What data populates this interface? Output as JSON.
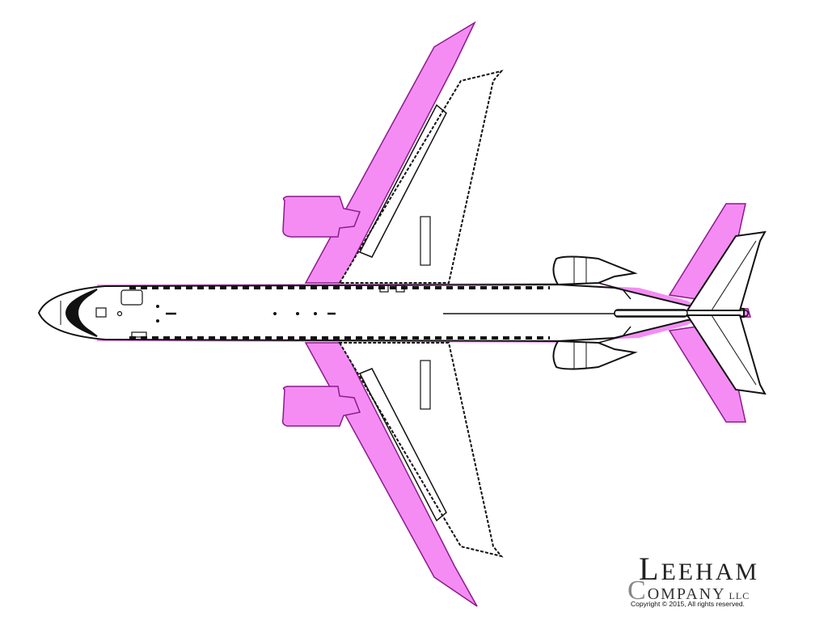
{
  "diagram": {
    "subject": "Aircraft top-view planform comparison",
    "overlay_color": "#f48cf4",
    "overlay_outline_color": "#8c1a8c",
    "base_outline_color": "#111111",
    "components": [
      {
        "name": "fuselage",
        "style": "base outline with pink stretch overlay"
      },
      {
        "name": "upper-wing",
        "style": "pink larger wing overlay over base wing"
      },
      {
        "name": "lower-wing",
        "style": "pink larger wing overlay over base wing"
      },
      {
        "name": "upper-wing-engine",
        "style": "pink underwing engine"
      },
      {
        "name": "lower-wing-engine",
        "style": "pink underwing engine"
      },
      {
        "name": "upper-tail-engine",
        "style": "base rear-mounted engine"
      },
      {
        "name": "lower-tail-engine",
        "style": "base rear-mounted engine"
      },
      {
        "name": "horizontal-stabilizer",
        "style": "pink enlarged overlay behind base stabilizer"
      }
    ]
  },
  "logo": {
    "line1_initial": "L",
    "line1_rest": "EEHAM",
    "line2_initial": "C",
    "line2_rest": "OMPANY",
    "line2_suffix": "LLC",
    "copyright": "Copyright © 2015, All rights reserved."
  }
}
